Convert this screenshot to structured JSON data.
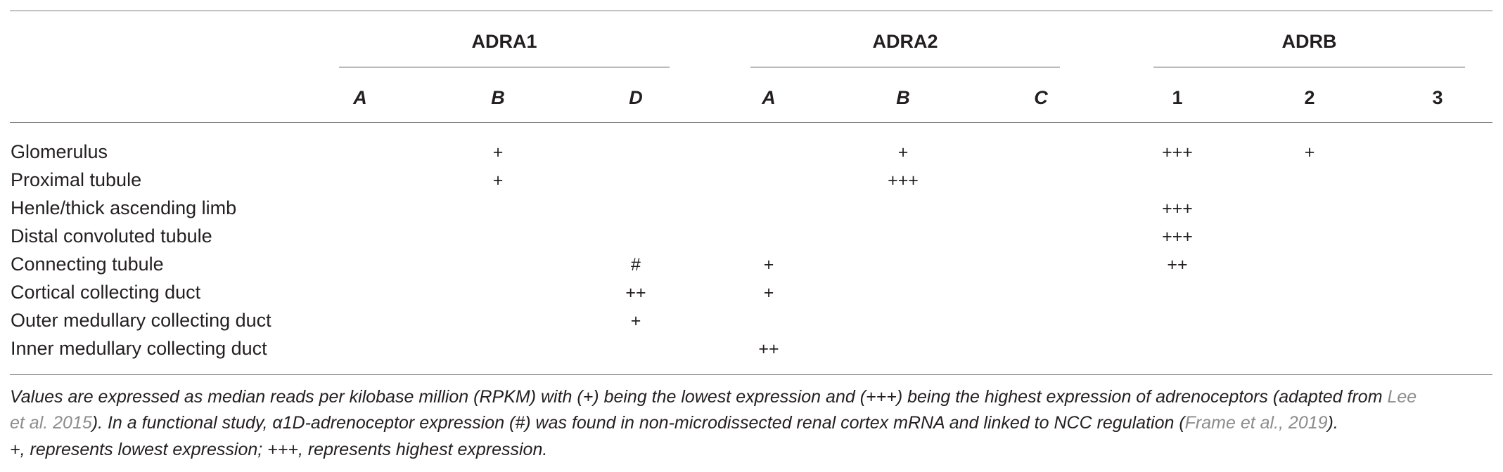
{
  "table": {
    "groups": [
      {
        "name": "ADRA1",
        "subs": [
          "A",
          "B",
          "D"
        ]
      },
      {
        "name": "ADRA2",
        "subs": [
          "A",
          "B",
          "C"
        ]
      },
      {
        "name": "ADRB",
        "subs": [
          "1",
          "2",
          "3"
        ]
      }
    ],
    "rows": [
      {
        "label": "Glomerulus",
        "cells": [
          "",
          "+",
          "",
          "",
          "+",
          "",
          "+++",
          "+",
          ""
        ]
      },
      {
        "label": "Proximal tubule",
        "cells": [
          "",
          "+",
          "",
          "",
          "+++",
          "",
          "",
          "",
          ""
        ]
      },
      {
        "label": "Henle/thick ascending limb",
        "cells": [
          "",
          "",
          "",
          "",
          "",
          "",
          "+++",
          "",
          ""
        ]
      },
      {
        "label": "Distal convoluted tubule",
        "cells": [
          "",
          "",
          "",
          "",
          "",
          "",
          "+++",
          "",
          ""
        ]
      },
      {
        "label": "Connecting tubule",
        "cells": [
          "",
          "",
          "#",
          "+",
          "",
          "",
          "++",
          "",
          ""
        ]
      },
      {
        "label": "Cortical collecting duct",
        "cells": [
          "",
          "",
          "++",
          "+",
          "",
          "",
          "",
          "",
          ""
        ]
      },
      {
        "label": "Outer medullary collecting duct",
        "cells": [
          "",
          "",
          "+",
          "",
          "",
          "",
          "",
          "",
          ""
        ]
      },
      {
        "label": "Inner medullary collecting duct",
        "cells": [
          "",
          "",
          "",
          "++",
          "",
          "",
          "",
          "",
          ""
        ]
      }
    ]
  },
  "footnote": {
    "line1_pre": "Values are expressed as median reads per kilobase million (RPKM) with (+) being the lowest expression and (+++) being the highest expression of adrenoceptors (adapted from ",
    "line1_ref": "Lee",
    "line2_ref1": "et al. 2015",
    "line2_mid": "). In a functional study, α1D-adrenoceptor expression (#) was found in non-microdissected renal cortex mRNA and linked to NCC regulation (",
    "line2_ref2": "Frame et al., 2019",
    "line2_end": ").",
    "line3": "+, represents lowest expression; +++, represents highest expression."
  }
}
